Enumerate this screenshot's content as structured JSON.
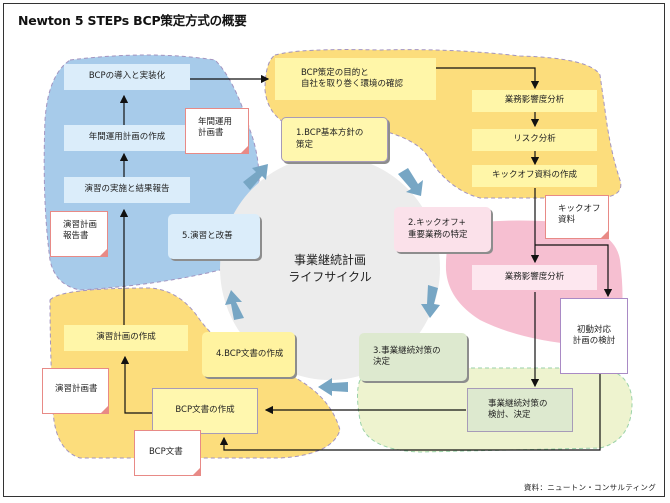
{
  "title": "Newton 5 STEPs BCP策定方式の概要",
  "center_label": "事業継続計画\nライフサイクル",
  "source": "資料：ニュートン・コンサルティング",
  "steps": {
    "step1": "1.BCP基本方針の\n  策定",
    "step2": "2.キックオフ+\n重要業務の特定",
    "step3": "3.事業継続対策の\n   決定",
    "step4": "4.BCP文書の作成",
    "step5": "5.演習と改善"
  },
  "process_boxes": {
    "bcp_implement": "BCPの導入と実装化",
    "annual_plan": "年間運用計画の作成",
    "exercise_report": "演習の実施と結果報告",
    "bcp_purpose": "BCP策定の目的と\n自社を取り巻く環境の確認",
    "bia_1": "業務影響度分析",
    "risk_analysis": "リスク分析",
    "kickoff_material": "キックオフ資料の作成",
    "bia_2": "業務影響度分析",
    "initial_response": "初動対応\n計画の検討",
    "continuity_measures": "事業継続対策の\n検討、決定",
    "exercise_plan": "演習計画の作成",
    "bcp_doc_create": "BCP文書の作成"
  },
  "documents": {
    "annual_plan_doc": "年間運用\n計画書",
    "exercise_plan_report": "演習計画\n報告書",
    "kickoff_doc": "キックオフ\n資料",
    "exercise_plan_doc": "演習計画書",
    "bcp_doc": "BCP文書"
  },
  "colors": {
    "blue_region": "#a7cbea",
    "yellow_region": "#fcdd7c",
    "pink_region": "#f6bfd1",
    "green_region": "#eef3cf",
    "cycle_circle": "#ececec",
    "cycle_arrow": "#77a6c4",
    "doc_border": "#e88a86"
  }
}
